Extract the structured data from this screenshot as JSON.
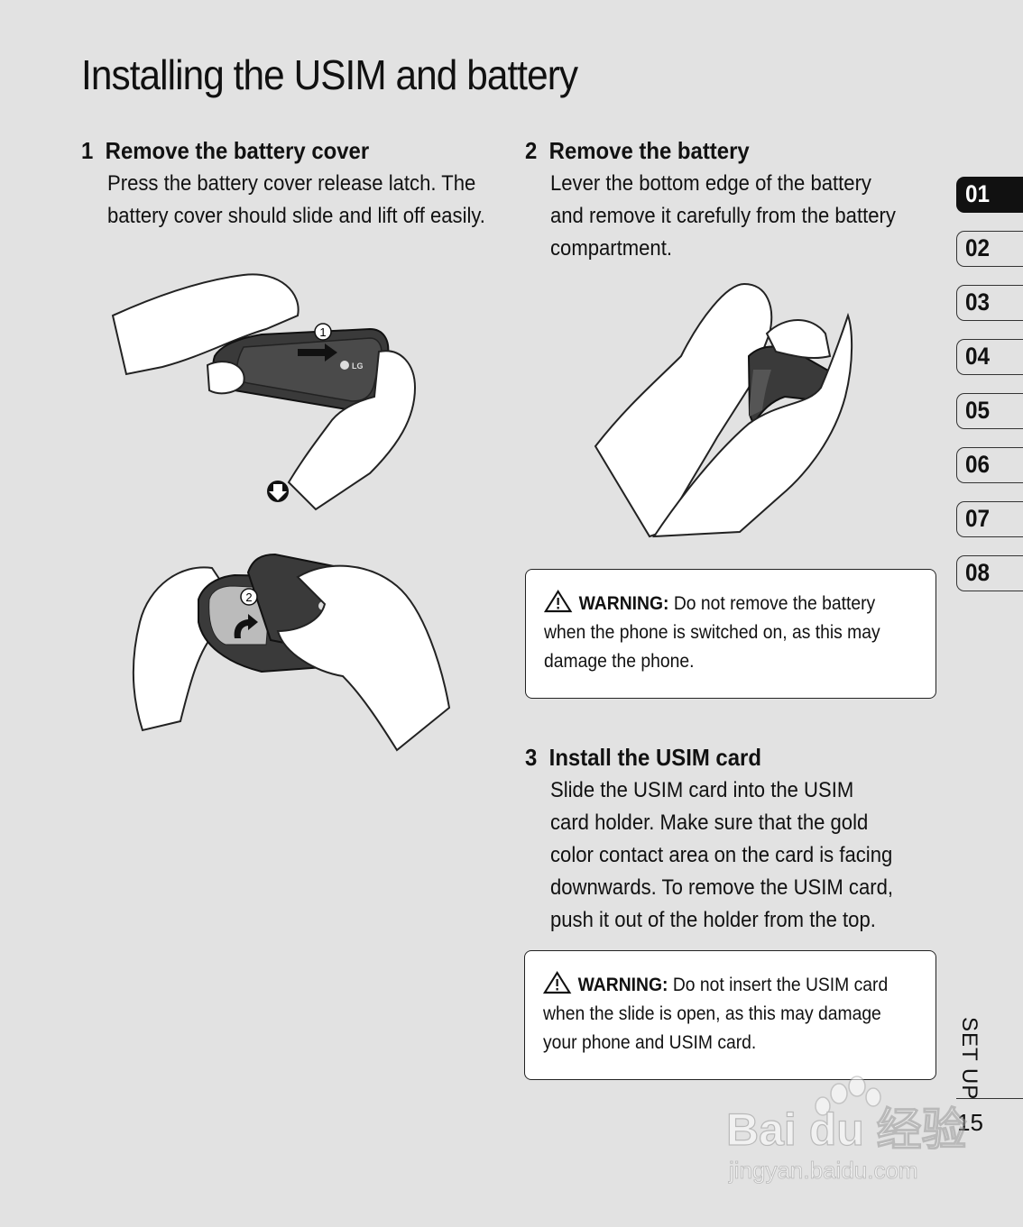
{
  "page": {
    "title": "Installing the USIM and battery",
    "page_number": "15",
    "section_label": "SET UP"
  },
  "steps": [
    {
      "number": "1",
      "title": "Remove the battery cover",
      "lines": [
        "Press the battery cover release latch. The",
        "battery cover should slide and lift off easily."
      ]
    },
    {
      "number": "2",
      "title": "Remove the battery",
      "lines": [
        "Lever the bottom edge of the battery",
        "and remove it carefully from the battery",
        "compartment."
      ]
    },
    {
      "number": "3",
      "title": "Install the USIM card",
      "lines": [
        "Slide the USIM card into the USIM",
        "card holder. Make sure that the gold",
        "color contact area on the card is facing",
        "downwards. To remove the USIM card,",
        "push it out of the holder from the top."
      ]
    }
  ],
  "warnings": [
    {
      "label": "WARNING:",
      "first_line": " Do not remove the battery",
      "lines": [
        "when the phone is switched on, as this may",
        "damage the phone."
      ]
    },
    {
      "label": "WARNING:",
      "first_line": " Do not insert the USIM card",
      "lines": [
        "when the slide is open, as this may damage",
        "your phone and USIM card."
      ]
    }
  ],
  "chapter_tabs": [
    {
      "label": "01",
      "active": true
    },
    {
      "label": "02",
      "active": false
    },
    {
      "label": "03",
      "active": false
    },
    {
      "label": "04",
      "active": false
    },
    {
      "label": "05",
      "active": false
    },
    {
      "label": "06",
      "active": false
    },
    {
      "label": "07",
      "active": false
    },
    {
      "label": "08",
      "active": false
    }
  ],
  "illustration_markers": [
    "1",
    "2"
  ],
  "phone_logo": "LG",
  "watermark": {
    "brand": "Bai du 经验",
    "url": "jingyan.baidu.com"
  },
  "icons": [
    "warning-triangle-icon",
    "arrow-down-circle-icon",
    "slide-arrow-icon",
    "lift-arrow-icon"
  ],
  "colors": {
    "background": "#e2e2e2",
    "active_tab": "#111111",
    "phone_body": "#3a3a3a",
    "box": "#ffffff"
  }
}
